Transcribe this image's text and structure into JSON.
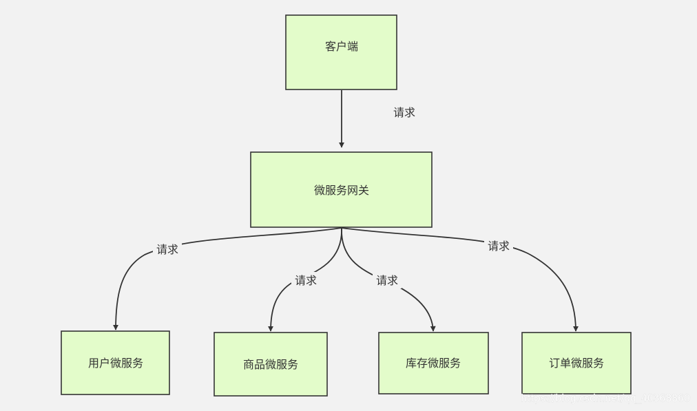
{
  "nodes": {
    "client": "客户端",
    "gateway": "微服务网关",
    "user_service": "用户微服务",
    "product_service": "商品微服务",
    "inventory_service": "库存微服务",
    "order_service": "订单微服务"
  },
  "edges": {
    "client_to_gateway": "请求",
    "gateway_to_user": "请求",
    "gateway_to_product": "请求",
    "gateway_to_inventory": "请求",
    "gateway_to_order": "请求"
  },
  "watermark": "https://blog.csdn.net/qq_40368860",
  "colors": {
    "background": "#f2f2f2",
    "node_fill": "#e3fcca",
    "stroke": "#333333",
    "text": "#333333"
  }
}
